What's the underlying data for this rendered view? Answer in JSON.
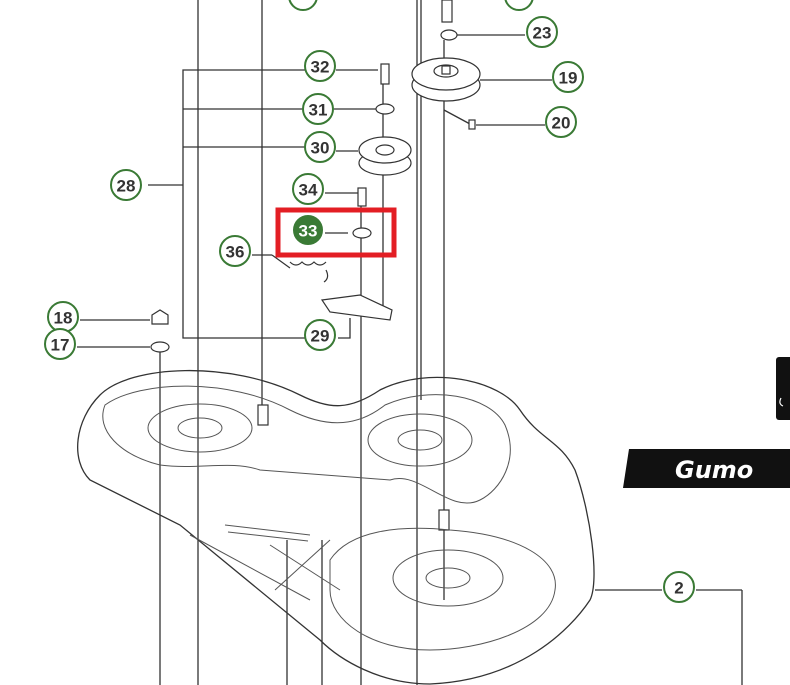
{
  "diagram": {
    "callouts": {
      "c23": "23",
      "c32": "32",
      "c19": "19",
      "c31": "31",
      "c20": "20",
      "c30": "30",
      "c28": "28",
      "c34": "34",
      "c33": "33",
      "c36": "36",
      "c18": "18",
      "c29": "29",
      "c17": "17",
      "c2": "2"
    },
    "highlighted": "33",
    "logo_text": "Gumo",
    "colors": {
      "callout_border": "#3a7a35",
      "highlight_fill": "#3a7a35",
      "highlight_box": "#e31e24"
    }
  }
}
